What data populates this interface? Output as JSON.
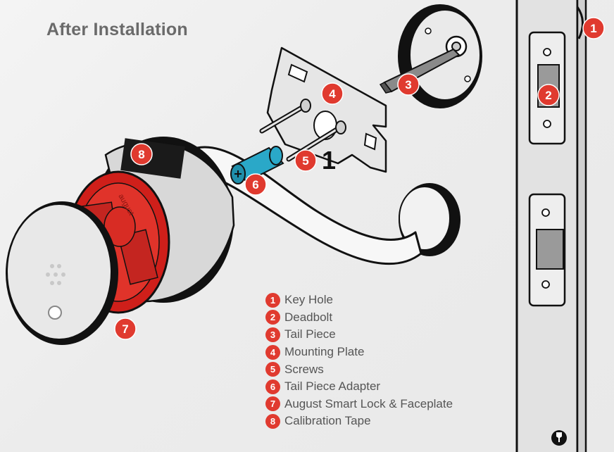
{
  "title": "After Installation",
  "accent_color": "#e03a2f",
  "legend": [
    {
      "number": "1",
      "label": "Key Hole"
    },
    {
      "number": "2",
      "label": "Deadbolt"
    },
    {
      "number": "3",
      "label": "Tail Piece"
    },
    {
      "number": "4",
      "label": "Mounting Plate"
    },
    {
      "number": "5",
      "label": "Screws"
    },
    {
      "number": "6",
      "label": "Tail Piece Adapter"
    },
    {
      "number": "7",
      "label": "August Smart Lock & Faceplate"
    },
    {
      "number": "8",
      "label": "Calibration Tape"
    }
  ],
  "plate_mark": "1",
  "lock_brand": "august",
  "corner_logo_icon": "august-logo-icon"
}
